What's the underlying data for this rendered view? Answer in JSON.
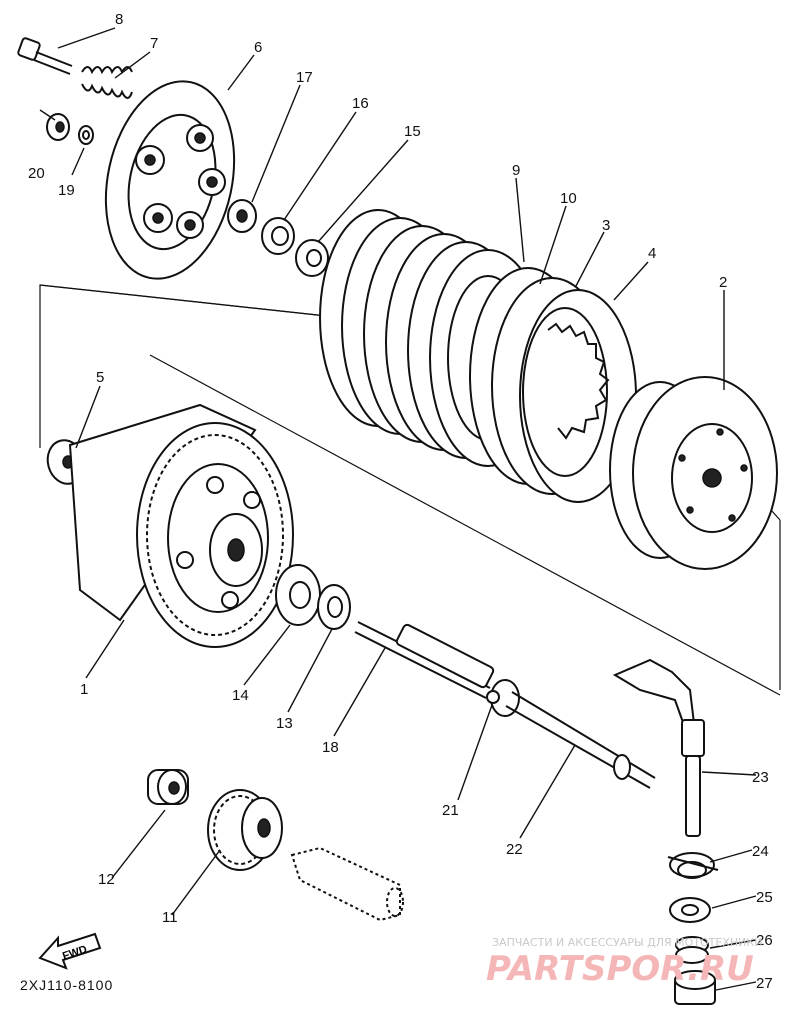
{
  "diagram": {
    "drawing_code": "2XJ110-8100",
    "fwd_label": "FWD",
    "watermark": {
      "caption": "ЗАПЧАСТИ И АКСЕССУАРЫ ДЛЯ МОТОТЕХНИКИ",
      "logo_text": "PARTSPOR.RU"
    },
    "callouts": [
      "1",
      "2",
      "3",
      "4",
      "5",
      "6",
      "7",
      "8",
      "9",
      "10",
      "11",
      "12",
      "13",
      "14",
      "15",
      "16",
      "17",
      "18",
      "19",
      "20",
      "21",
      "22",
      "23",
      "24",
      "25",
      "26",
      "27"
    ]
  }
}
